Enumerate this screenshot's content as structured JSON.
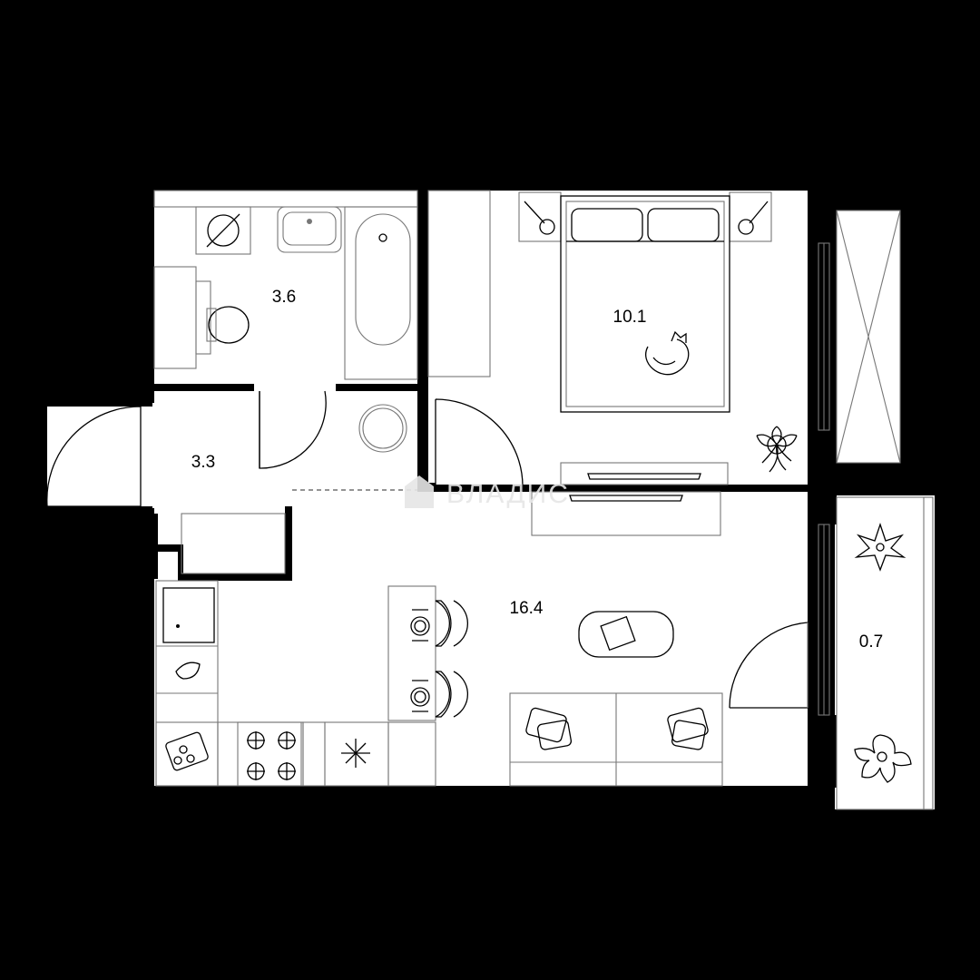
{
  "rooms": {
    "bathroom": {
      "area": "3.6"
    },
    "hall": {
      "area": "3.3"
    },
    "bedroom": {
      "area": "10.1"
    },
    "living_kitchen": {
      "area": "16.4"
    },
    "balcony": {
      "area": "0.7"
    }
  },
  "watermark": {
    "text": "ВЛАДИС"
  },
  "colors": {
    "background": "#000000",
    "floor": "#ffffff",
    "wall": "#000000",
    "furniture": "#777777"
  },
  "icons": [
    "washing-machine-icon",
    "sink-icon",
    "bathtub-icon",
    "toilet-icon",
    "bed-icon",
    "cat-icon",
    "nightstand-lamp-icon",
    "plant-icon",
    "tv-icon",
    "table-icon",
    "chair-icon",
    "plate-icon",
    "sofa-icon",
    "pillow-icon",
    "cooktop-icon",
    "fridge-icon",
    "snowflake-icon",
    "dishwasher-icon",
    "window-icon",
    "door-icon",
    "watermark-logo-icon"
  ]
}
